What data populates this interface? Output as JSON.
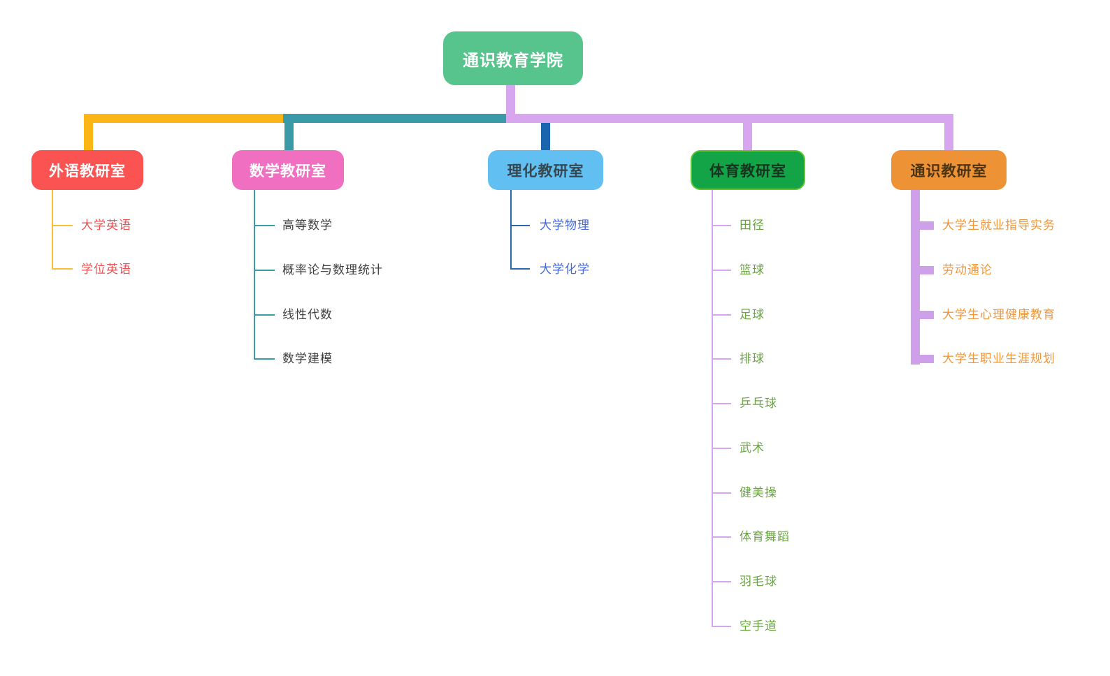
{
  "diagram": {
    "root": {
      "label": "通识教育学院"
    },
    "branches": [
      {
        "label": "外语教研室",
        "children": [
          "大学英语",
          "学位英语"
        ]
      },
      {
        "label": "数学教研室",
        "children": [
          "高等数学",
          "概率论与数理统计",
          "线性代数",
          "数学建模"
        ]
      },
      {
        "label": "理化教研室",
        "children": [
          "大学物理",
          "大学化学"
        ]
      },
      {
        "label": "体育教研室",
        "children": [
          "田径",
          "篮球",
          "足球",
          "排球",
          "乒乓球",
          "武术",
          "健美操",
          "体育舞蹈",
          "羽毛球",
          "空手道"
        ]
      },
      {
        "label": "通识教研室",
        "children": [
          "大学生就业指导实务",
          "劳动通论",
          "大学生心理健康教育",
          "大学生职业生涯规划"
        ]
      }
    ],
    "palette": {
      "root_fill": "#58C48D",
      "trunk_yellow": "#FBB515",
      "trunk_teal": "#3A9AA8",
      "trunk_purple": "#D7A6EE",
      "drop_darkblue": "#1B65AE",
      "branch_fills": [
        "#FB5252",
        "#F06FC1",
        "#61BFF1",
        "#12A446",
        "#EE9335"
      ],
      "sport_border": "#5BC62F",
      "leaf_text": [
        "#F05152",
        "#3F3F3F",
        "#4468DE",
        "#69A53F",
        "#F0973C"
      ]
    }
  }
}
